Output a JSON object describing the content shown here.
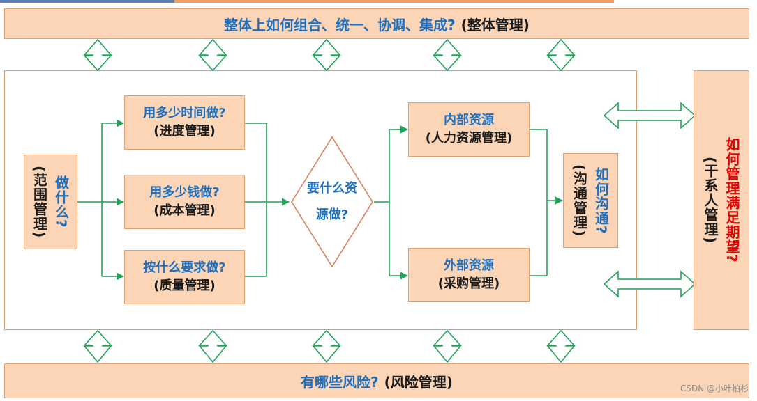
{
  "top": {
    "question": "整体上如何组合、统一、协调、集成?",
    "label": "(整体管理)"
  },
  "bottom": {
    "question": "有哪些风险?",
    "label": "(风险管理)"
  },
  "scope": {
    "question": "做什么?",
    "label": "(范围管理)"
  },
  "schedule": {
    "question": "用多少时间做?",
    "label": "(进度管理)"
  },
  "cost": {
    "question": "用多少钱做?",
    "label": "(成本管理)"
  },
  "quality": {
    "question": "按什么要求做?",
    "label": "(质量管理)"
  },
  "resources": {
    "line1": "要什么资",
    "line2": "源做?"
  },
  "internal": {
    "title": "内部资源",
    "label": "(人力资源管理)"
  },
  "external": {
    "title": "外部资源",
    "label": "(采购管理)"
  },
  "communication": {
    "question": "如何沟通?",
    "label": "(沟通管理)"
  },
  "stakeholder": {
    "question": "如何管理满足期望?",
    "label": "(干系人管理)"
  },
  "watermark": "CSDN @小叶柏杉",
  "colors": {
    "box_fill": "#fbd5b5",
    "box_border": "#e0a070",
    "question_blue": "#1f6fbf",
    "stakeholder_red": "#e60000",
    "connector_green": "#21a35a"
  }
}
